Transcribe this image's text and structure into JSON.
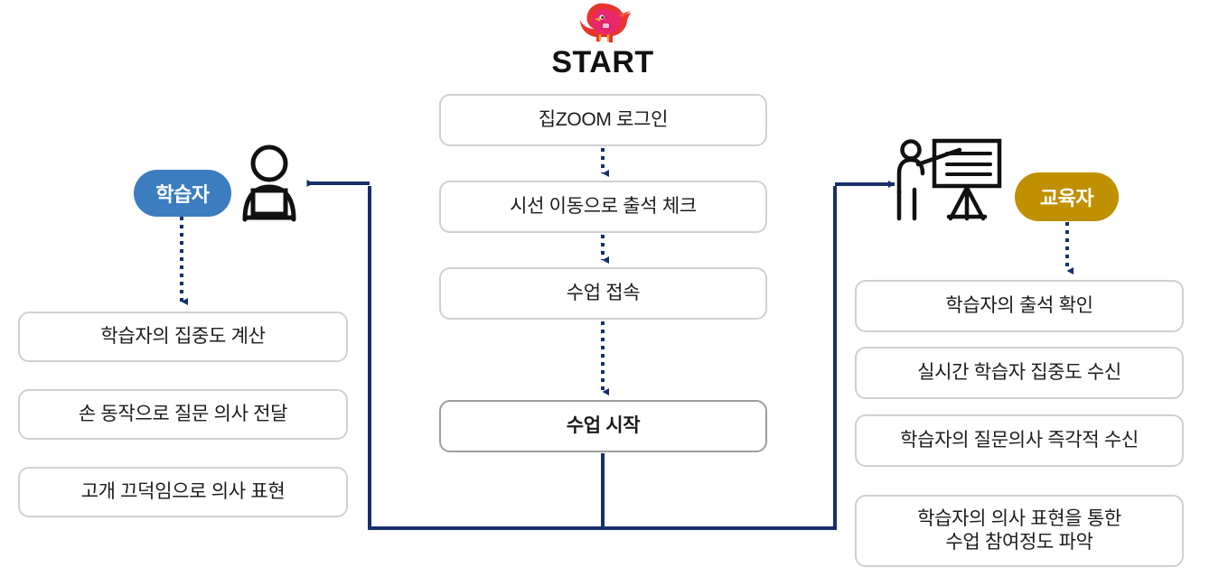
{
  "diagram": {
    "title": "START",
    "mascot": "bird-mascot-icon",
    "colors": {
      "learner_badge": "#3b7dbf",
      "teacher_badge": "#bf9000",
      "connector": "#15306b",
      "node_border": "#d0d0d0",
      "node_border_emphasis": "#9e9e9e",
      "text": "#1c1c1c"
    }
  },
  "center_flow": {
    "steps": [
      {
        "label": "집ZOOM 로그인",
        "emphasis": false
      },
      {
        "label": "시선 이동으로 출석 체크",
        "emphasis": false
      },
      {
        "label": "수업 접속",
        "emphasis": false
      },
      {
        "label": "수업 시작",
        "emphasis": true
      }
    ]
  },
  "learner": {
    "badge_label": "학습자",
    "icon": "person-with-laptop-icon",
    "items": [
      {
        "label": "학습자의 집중도 계산"
      },
      {
        "label": "손 동작으로 질문 의사 전달"
      },
      {
        "label": "고개 끄덕임으로 의사 표현"
      }
    ]
  },
  "teacher": {
    "badge_label": "교육자",
    "icon": "teacher-at-board-icon",
    "items": [
      {
        "label": "학습자의 출석 확인"
      },
      {
        "label": "실시간 학습자 집중도 수신"
      },
      {
        "label": "학습자의 질문의사 즉각적 수신"
      },
      {
        "label": "학습자의 의사 표현을 통한\n수업 참여정도 파악"
      }
    ]
  }
}
